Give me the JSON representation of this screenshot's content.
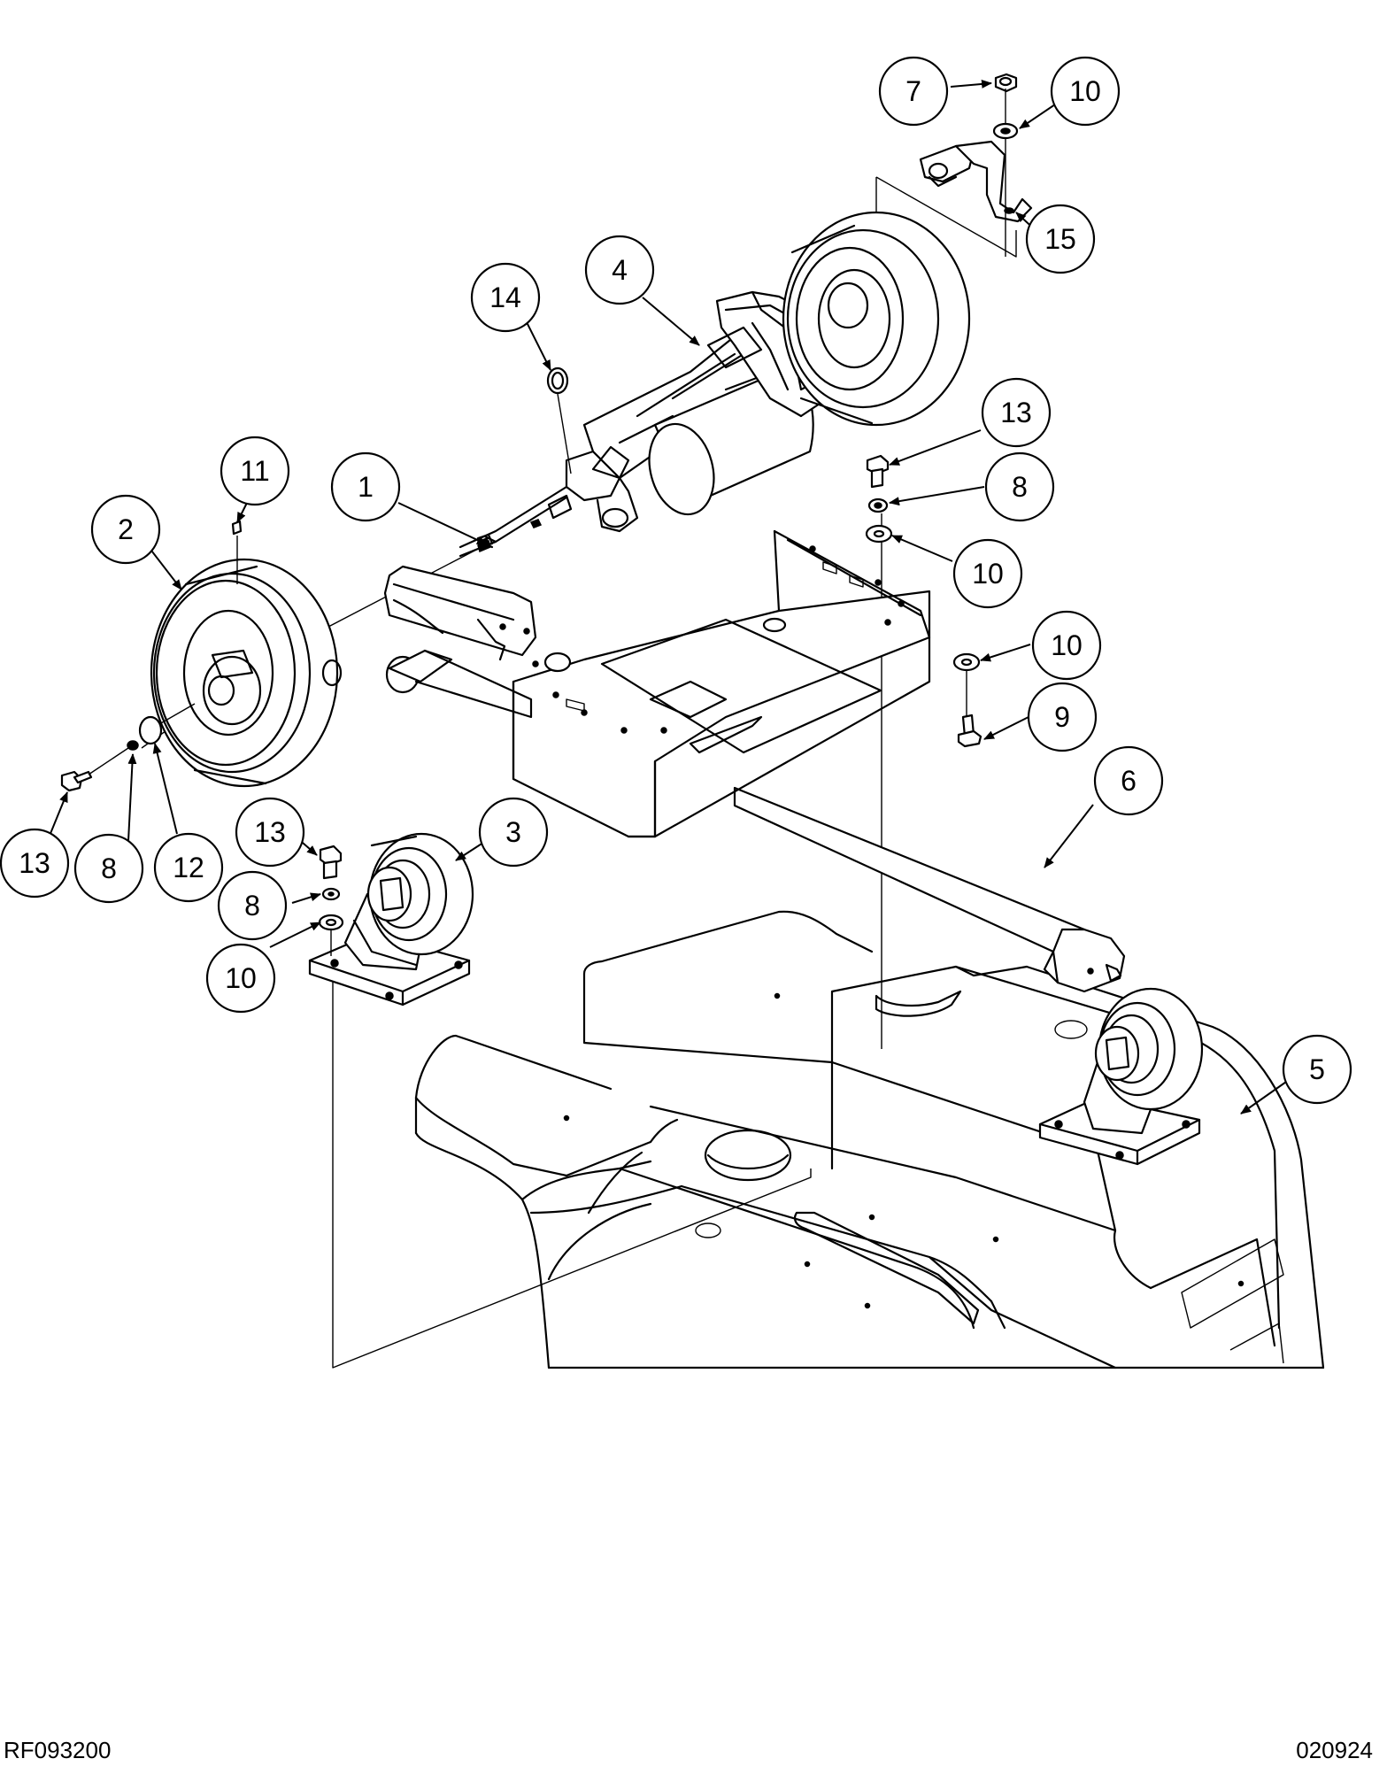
{
  "drawing_code": "RF093200",
  "drawing_date": "020924",
  "callouts": [
    "7",
    "10",
    "15",
    "4",
    "14",
    "13",
    "8",
    "10",
    "1",
    "11",
    "2",
    "10",
    "9",
    "6",
    "13",
    "8",
    "12",
    "13",
    "3",
    "8",
    "10",
    "5"
  ]
}
